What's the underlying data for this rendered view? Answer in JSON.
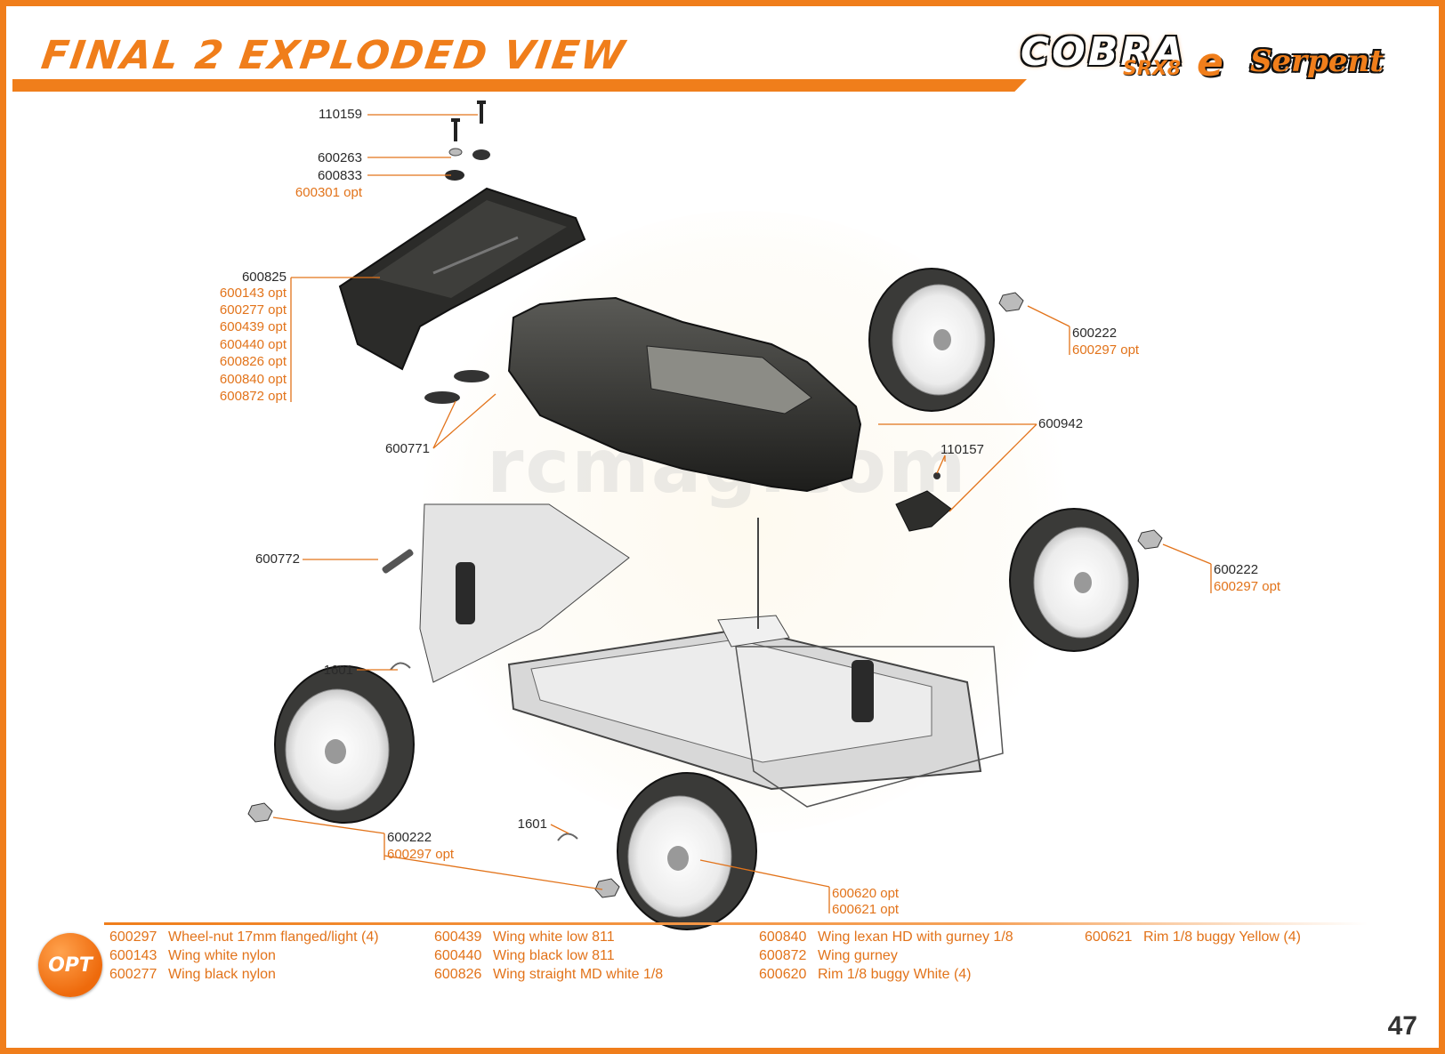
{
  "header": {
    "title": "FINAL 2 EXPLODED VIEW",
    "logo_cobra": "COBRA",
    "logo_srx": "SRX8",
    "logo_e": "e",
    "logo_serpent": "Serpent"
  },
  "watermark": "rcmag.com",
  "colors": {
    "accent": "#f07e1b",
    "option_text": "#e2731a",
    "part_text": "#2a2a2a"
  },
  "callouts": {
    "c110159": "110159",
    "c600263": "600263",
    "c600833": "600833",
    "c600301": "600301 opt",
    "wing": [
      "600825",
      "600143 opt",
      "600277 opt",
      "600439 opt",
      "600440 opt",
      "600826 opt",
      "600840 opt",
      "600872 opt"
    ],
    "c600771": "600771",
    "c600772": "600772",
    "c1601a": "1601",
    "c1601b": "1601",
    "wheel_tr": [
      "600222",
      "600297 opt"
    ],
    "wheel_mr": [
      "600222",
      "600297 opt"
    ],
    "wheel_bl": [
      "600222",
      "600297 opt"
    ],
    "c600942": "600942",
    "c110157": "110157",
    "rim": [
      "600620 opt",
      "600621 opt"
    ]
  },
  "options_badge": "OPT",
  "options": [
    {
      "code": "600297",
      "desc": "Wheel-nut 17mm flanged/light (4)"
    },
    {
      "code": "600143",
      "desc": "Wing white nylon"
    },
    {
      "code": "600277",
      "desc": "Wing black nylon"
    },
    {
      "code": "600439",
      "desc": "Wing white low 811"
    },
    {
      "code": "600440",
      "desc": "Wing black low 811"
    },
    {
      "code": "600826",
      "desc": "Wing straight MD white  1/8"
    },
    {
      "code": "600840",
      "desc": "Wing lexan HD with gurney  1/8"
    },
    {
      "code": "600872",
      "desc": "Wing gurney"
    },
    {
      "code": "600620",
      "desc": "Rim 1/8 buggy White (4)"
    },
    {
      "code": "600621",
      "desc": "Rim 1/8 buggy Yellow (4)"
    }
  ],
  "page_number": "47"
}
